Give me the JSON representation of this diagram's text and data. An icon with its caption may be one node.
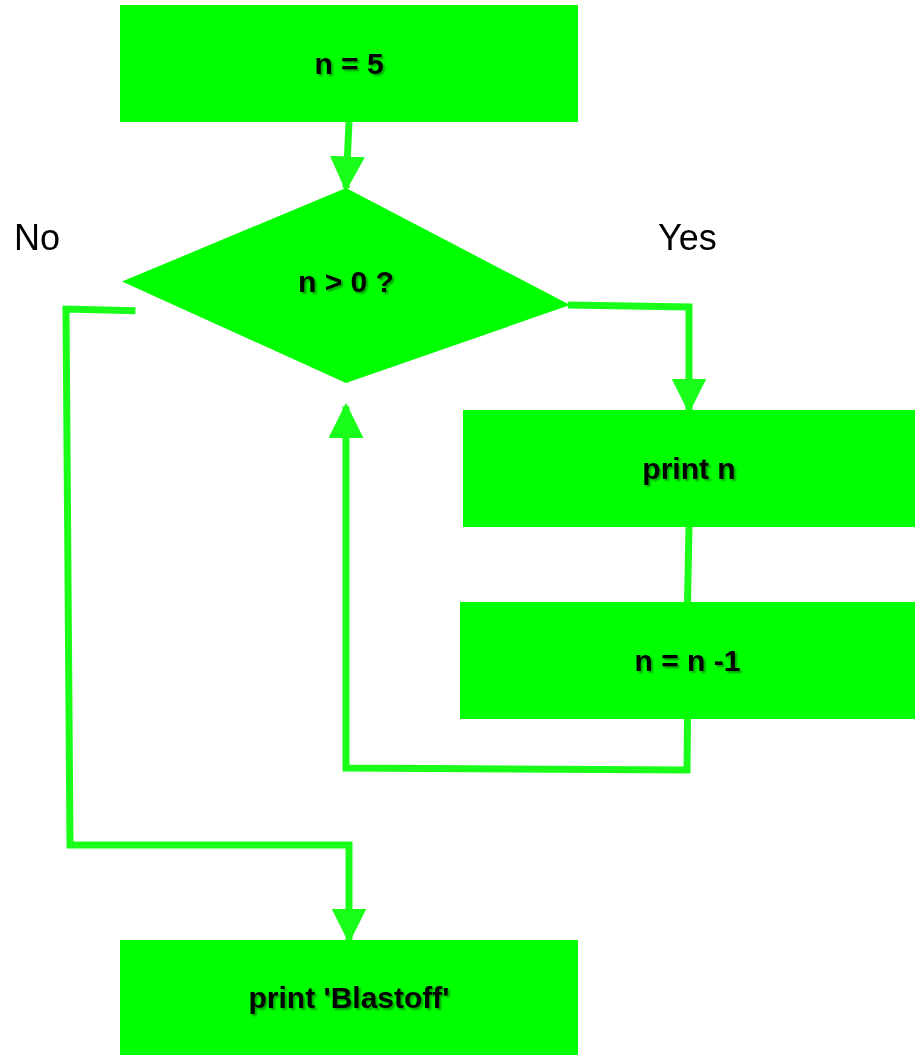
{
  "diagram": {
    "nodes": [
      {
        "text": [
          "n = 5"
        ]
      },
      {
        "text": [
          "n > 0 ?"
        ]
      },
      {
        "text": [
          "print n"
        ]
      },
      {
        "text": [
          "n = n -1"
        ]
      },
      {
        "text": [
          "print 'Blastoff'"
        ]
      }
    ],
    "edges": [
      {
        "from": 0,
        "to": 1,
        "arrow": "to"
      },
      {
        "from": 1,
        "to": 2,
        "arrow": "to",
        "label": "Yes"
      },
      {
        "from": 1,
        "to": 4,
        "arrow": "to",
        "label": "No"
      },
      {
        "from": 2,
        "to": 3,
        "arrow": "none"
      },
      {
        "from": 3,
        "to": 1,
        "arrow": "to"
      }
    ]
  }
}
